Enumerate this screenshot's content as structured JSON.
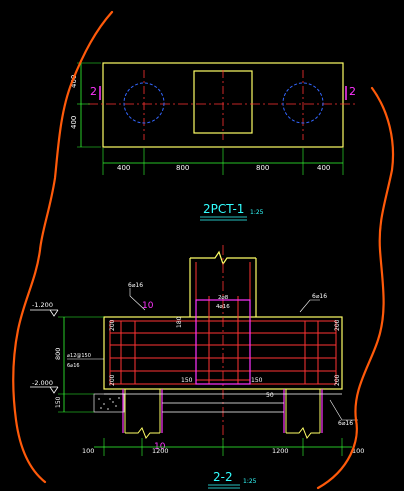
{
  "drawing": {
    "plan": {
      "section_marker_left": "2",
      "section_marker_right": "2",
      "dim_left_upper": "400",
      "dim_left_lower": "400",
      "dims_bottom": [
        "400",
        "800",
        "800",
        "400"
      ],
      "title": "2PCT-1",
      "scale": "1:25"
    },
    "section": {
      "elevation_top": "-1.200",
      "elevation_bottom": "-2.000",
      "label_top_left": "6⌀16",
      "label_top_right": "6⌀16",
      "label_10": "10",
      "label_10b": "10",
      "label_center_a": "2⌀8",
      "label_center_b": "4⌀16",
      "label_left_stirrup_a": "⌀12@150",
      "label_left_stirrup_b": "6⌀16",
      "label_bottom_right": "6⌀16",
      "label_50": "50",
      "dim_200_tl": "200",
      "dim_200_tr": "200",
      "dim_200_bl": "200",
      "dim_200_br": "200",
      "dim_180": "180",
      "dim_150_l": "150",
      "dim_150_r": "150",
      "dim_800_v": "800",
      "dim_150_v": "150",
      "dims_bottom": [
        "100",
        "1200",
        "1200",
        "100"
      ],
      "title": "2-2",
      "scale": "1:25"
    }
  },
  "colors": {
    "background": "#000000",
    "outline_yellow": "#ffff66",
    "center_red": "#ff3333",
    "dim_green": "#33ff33",
    "pile_blue": "#3366ff",
    "magenta": "#ff33ff",
    "text_white": "#ffffff",
    "cloud_orange": "#ff5a0a",
    "cyan": "#33ffff"
  }
}
